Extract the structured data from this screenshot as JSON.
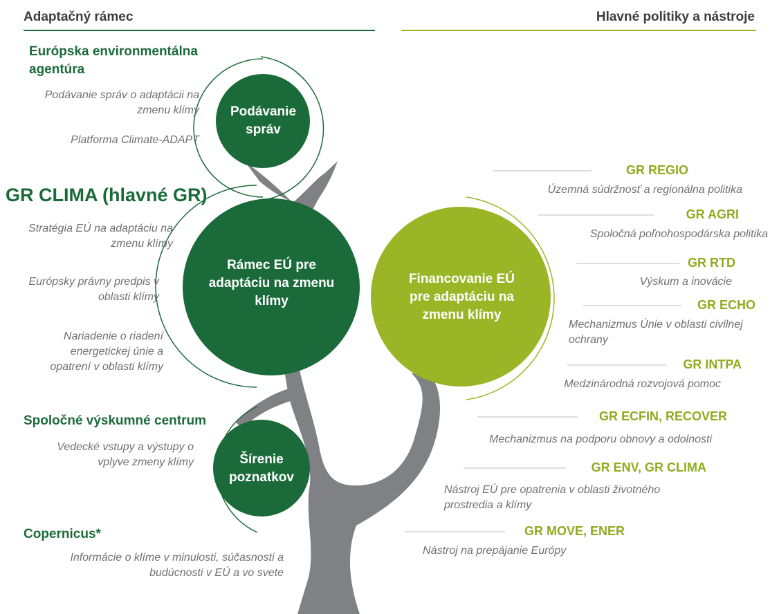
{
  "headers": {
    "left": "Adaptačný rámec",
    "right": "Hlavné politiky a nástroje"
  },
  "left": {
    "eea": {
      "title": "Európska environmentálna agentúra",
      "items": [
        "Podávanie správ o adaptácii na zmenu klímy",
        "Platforma Climate-ADAPT"
      ],
      "circle": "Podávanie správ"
    },
    "clima": {
      "title": "GR CLIMA (hlavné GR)",
      "items": [
        "Stratégia EÚ na adaptáciu na zmenu klímy",
        "Európsky právny predpis v oblasti klímy",
        "Nariadenie o riadení energetickej únie a opatrení v oblasti klímy"
      ],
      "circle": "Rámec EÚ pre adaptáciu na zmenu klímy"
    },
    "jrc": {
      "title": "Spoločné výskumné centrum",
      "items": [
        "Vedecké vstupy a výstupy o vplyve zmeny klímy"
      ],
      "circle": "Šírenie poznatkov"
    },
    "copernicus": {
      "title": "Copernicus*",
      "items": [
        "Informácie o klíme v minulosti, súčasnosti a budúcnosti v EÚ a vo svete"
      ]
    }
  },
  "right": {
    "circle": "Financovanie EÚ pre adaptáciu na zmenu klímy",
    "items": [
      {
        "dg": "GR REGIO",
        "desc": "Územná súdržnosť a regionálna politika"
      },
      {
        "dg": "GR AGRI",
        "desc": "Spoločná poľnohospodárska politika"
      },
      {
        "dg": "GR RTD",
        "desc": "Výskum a inovácie"
      },
      {
        "dg": "GR ECHO",
        "desc": "Mechanizmus Únie v oblasti civilnej ochrany"
      },
      {
        "dg": "GR INTPA",
        "desc": "Medzinárodná rozvojová pomoc"
      },
      {
        "dg": "GR ECFIN, RECOVER",
        "desc": "Mechanizmus na podporu obnovy a odolnosti"
      },
      {
        "dg": "GR ENV, GR CLIMA",
        "desc": "Nástroj EÚ pre opatrenia v oblasti životného prostredia a klímy"
      },
      {
        "dg": "GR MOVE, ENER",
        "desc": "Nástroj na prepájanie Európy"
      }
    ]
  },
  "colors": {
    "dark_green": "#1b6b3a",
    "lime": "#9ab526",
    "trunk": "#808184",
    "header_text": "#3d3d3d",
    "gray_text": "#707070"
  }
}
